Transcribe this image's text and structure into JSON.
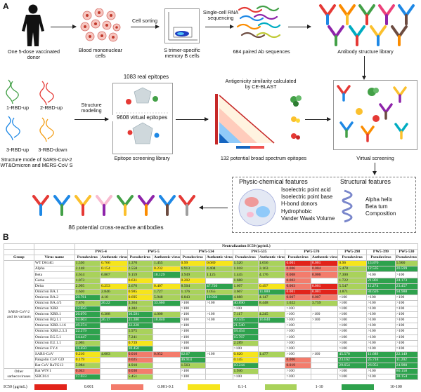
{
  "panel_a": {
    "letter": "A",
    "donor_label": "One 5-dose vaccinated donor",
    "pbmc_label": "Blood mononuclear cells",
    "cell_sorting_label": "Cell sorting",
    "memory_b_label": "S trimer-specific memory B cells",
    "scrna_label": "Single-cell RNA sequencing",
    "paired_label": "684 paired Ab sequences",
    "ab_library_label": "Antibody structure library",
    "rbd_labels": [
      "1-RBD-up",
      "2-RBD-up",
      "3-RBD-up",
      "3-RBD-down"
    ],
    "structure_mode_label": "Structure mode of SARS-CoV-2 WT&Omicron and MERS-CoV S",
    "structure_modeling_label": "Structure modeling",
    "real_epitopes_label": "1083 real epitopes",
    "virtual_epitopes_label": "9608 virtual epitopes",
    "epitope_library_label": "Epitope screening library",
    "antigenicity_label": "Antigenicity similarity calculated by CE-BLAST",
    "broad_epitopes_label": "132 potential broad spectrum epitopes",
    "virtual_screening_label": "Virtual screening",
    "physchem_title": "Physic-chemical features",
    "physchem_items": [
      "Isoelectric point acid",
      "Isoelectric point base",
      "H-bond donors",
      "Hydrophobic",
      "Vander Waals Volume"
    ],
    "structural_title": "Structural features",
    "structural_items": [
      "Alpha helix",
      "Beta turn",
      "Composition"
    ],
    "final_label": "86 potential cross-reactive antibodies"
  },
  "panel_b": {
    "letter": "B",
    "title": "Neutralization IC50 (μg/mL)",
    "col_group": "Group",
    "col_virus": "Virus name",
    "antibodies": [
      "PW5-4",
      "PW5-5",
      "PW5-534",
      "PW5-535",
      "PW5-570",
      "PW5-298",
      "PW5-399",
      "PW5-530"
    ],
    "sub_pseudo": "Pseudovirus",
    "sub_auth": "Authentic virus",
    "groups": [
      {
        "name": "SARS-CoV-2 and its variants",
        "start": 0,
        "count": 19
      },
      {
        "name": "Other sarbecoviruses",
        "start": 19,
        "count": 5
      }
    ],
    "rows": [
      {
        "virus": "WT D614G",
        "vals": [
          "1.550",
          "0.766",
          "1.370",
          "1.455",
          "0.99",
          "0.689",
          "1.520",
          "1.656",
          "0.001",
          "0.001",
          "0.96",
          "13.870",
          "5.900"
        ]
      },
      {
        "virus": "Alpha",
        "vals": [
          "2.148",
          "0.154",
          "2.558",
          "0.232",
          "6.913",
          "4.404",
          "1.018",
          "3.163",
          "0.006",
          "0.004",
          "5.478",
          "12.535",
          "20.599"
        ]
      },
      {
        "virus": "Beta",
        "vals": [
          "4.614",
          "6.867",
          "9.159",
          "18.129",
          "3.949",
          "1.125",
          "1.445",
          "4.176",
          "0.008",
          "0.006",
          "7.300",
          ">100",
          ">100"
        ]
      },
      {
        "virus": "Gama",
        "vals": [
          "1.073",
          "",
          "0.631",
          "",
          "0.202",
          "",
          "1.688",
          "",
          "0.002",
          "",
          "1.722",
          "21.801",
          "24.173"
        ]
      },
      {
        "virus": "Delta",
        "vals": [
          "2.995",
          "0.253",
          "2.676",
          "0.407",
          "8.504",
          "47.720",
          "1.607",
          "0.497",
          "0.003",
          "0.001",
          "5.547",
          "11.274",
          "23.457"
        ]
      },
      {
        "virus": "Omicron BA.1",
        "vals": [
          "1.620",
          "2.846",
          "0.985",
          "1.727",
          "1.176",
          "1.055",
          "3.607",
          "11.880",
          "0.001",
          "0.001",
          "3.871",
          "84.626",
          "94.988"
        ]
      },
      {
        "virus": "Omicron BA.2",
        "vals": [
          "20.761",
          "4.10",
          "0.695",
          "5.948",
          "6.843",
          "10.930",
          "4.888",
          "4.147",
          "0.007",
          "0.007",
          ">100",
          ">100",
          ">100"
        ]
      },
      {
        "virus": "Omicron BA.4/5",
        "vals": [
          "7.876",
          "20.22",
          "3.364",
          "33.660",
          ">100",
          ">100",
          "40.890",
          "8.448",
          "1.022",
          "3.759",
          ">100",
          ">100",
          ">100"
        ]
      },
      {
        "virus": "Omicron XBB",
        "vals": [
          "12.056",
          "",
          "4.382",
          "",
          ">100",
          "",
          ">100",
          "",
          ">100",
          "",
          ">100",
          ">100",
          ">100"
        ]
      },
      {
        "virus": "Omicron XBB.1",
        "vals": [
          "20.076",
          "6.388",
          "10.591",
          "4.000",
          ">100",
          ">100",
          "7.117",
          "4.245",
          ">100",
          ">100",
          ">100",
          ">100",
          ">100"
        ]
      },
      {
        "virus": "Omicron BQ.1.1",
        "vals": [
          "63.003",
          "26.17",
          "21.380",
          "18.840",
          ">100",
          ">100",
          "36.445",
          "16.840",
          ">100",
          ">100",
          ">100",
          ">100",
          ">100"
        ]
      },
      {
        "virus": "Omicron XBB.1.16",
        "vals": [
          "49.374",
          "",
          "32.228",
          "",
          ">100",
          "",
          "21.540",
          "",
          ">100",
          "",
          ">100",
          ">100",
          ">100"
        ]
      },
      {
        "virus": "Omicron XBB.2.3.3",
        "vals": [
          "22.279",
          "",
          "5.975",
          "",
          ">100",
          "",
          "18.454",
          "",
          ">100",
          "",
          ">100",
          ">100",
          ">100"
        ]
      },
      {
        "virus": "Omicron EG.5.1",
        "vals": [
          "14.447",
          "",
          "7.241",
          "",
          ">100",
          "",
          "15.767",
          "",
          ">100",
          "",
          ">100",
          ">100",
          ">100"
        ]
      },
      {
        "virus": "Omicron EU.1.1",
        "vals": [
          "2.065",
          "",
          "0.739",
          "",
          ">100",
          "",
          "2.289",
          "",
          ">100",
          "",
          ">100",
          ">100",
          ">100"
        ]
      },
      {
        "virus": "Omicron FY.4",
        "vals": [
          "16.450",
          "",
          "10.450",
          "",
          ">100",
          "",
          ">100",
          "",
          ">100",
          "",
          ">100",
          ">100",
          ">100"
        ]
      },
      {
        "virus": "SARS-CoV",
        "vals": [
          "0.210",
          "4.083",
          "0.010",
          "0.052",
          "62.67",
          ">100",
          "0.620",
          "1.477",
          ">100",
          ">100",
          "45.570",
          "11.689",
          "22.149"
        ]
      },
      {
        "virus": "Pangolin CoV GD",
        "vals": [
          "0.179",
          "",
          "0.025",
          "",
          "46.914",
          "",
          "0.145",
          "",
          "0.006",
          "",
          "23.162",
          "25.718",
          "11.202"
        ]
      },
      {
        "virus": "Bat CoV RaTG13",
        "vals": [
          "5.984",
          "",
          "4.910",
          "",
          "1.563",
          "",
          "10.244",
          "",
          "0.019",
          "",
          "29.654",
          "26.951",
          "24.980"
        ]
      },
      {
        "virus": "Bat WIV1",
        "vals": [
          "0.043",
          "",
          "0.030",
          "",
          ">100",
          "",
          "1.946",
          "",
          ">100",
          "",
          ">100",
          ">100",
          "80.158"
        ]
      },
      {
        "virus": "SHC014",
        "vals": [
          "17.033",
          "",
          "5.451",
          "",
          ">100",
          "",
          ">100",
          "",
          ">100",
          "",
          ">100",
          ">100",
          "38.154"
        ]
      }
    ],
    "legend_label": "IC50 (μg/mL)",
    "legend": [
      {
        "label": "0.001",
        "color": "#e2231a"
      },
      {
        "label": "0.001-0.1",
        "color": "#f37c6c"
      },
      {
        "label": "0.1-1",
        "color": "#f6e51c"
      },
      {
        "label": "1-10",
        "color": "#a9d25b"
      },
      {
        "label": "10-100",
        "color": "#2ea24d"
      }
    ]
  }
}
